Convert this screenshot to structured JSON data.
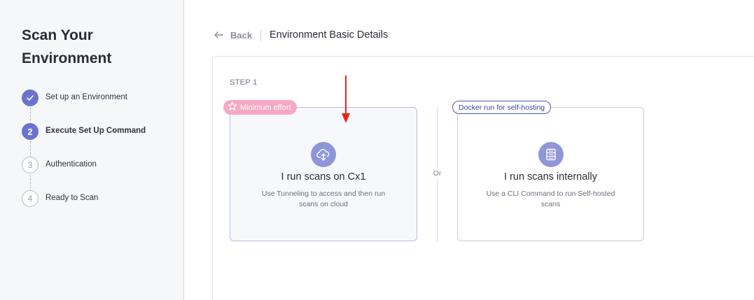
{
  "sidebar": {
    "title": "Scan Your Environment",
    "steps": [
      {
        "number": "1",
        "label": "Set up an Environment",
        "status": "done"
      },
      {
        "number": "2",
        "label": "Execute Set Up Command",
        "status": "active"
      },
      {
        "number": "3",
        "label": "Authentication",
        "status": "todo"
      },
      {
        "number": "4",
        "label": "Ready to Scan",
        "status": "todo"
      }
    ]
  },
  "header": {
    "back_label": "Back",
    "title": "Environment Basic Details"
  },
  "main": {
    "step_caption": "STEP 1",
    "or_label": "Or",
    "options": [
      {
        "badge": "Minimum effort",
        "icon": "cloud-sync-icon",
        "title": "I run scans on Cx1",
        "description": "Use Tunneling to access and then run scans on cloud"
      },
      {
        "badge": "Docker run for self-hosting",
        "icon": "server-icon",
        "title": "I run scans internally",
        "description": "Use a CLI Command to run Self-hosted scans"
      }
    ]
  },
  "colors": {
    "accent": "#6a73cf",
    "badge_pink": "#f7a8c4",
    "annotation_red": "#e8231a"
  }
}
